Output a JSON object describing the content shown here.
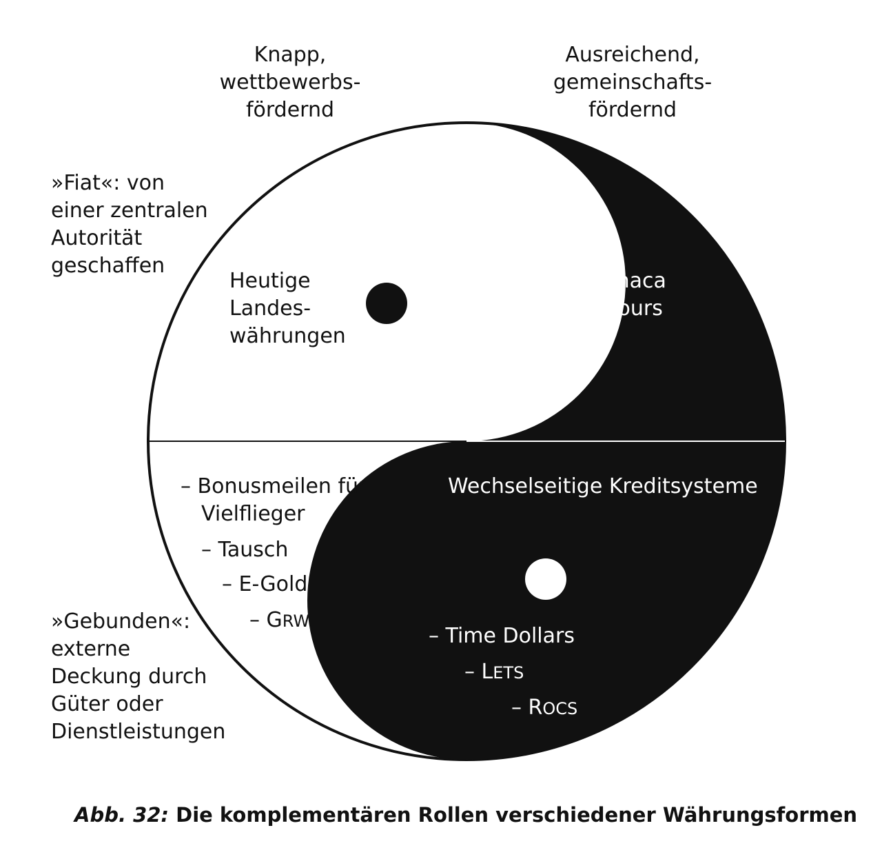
{
  "top_left": {
    "line1": "Knapp,",
    "line2": "wettbewerbs-",
    "line3": "fördernd"
  },
  "top_right": {
    "line1": "Ausreichend,",
    "line2": "gemeinschafts-",
    "line3": "fördernd"
  },
  "left_top": {
    "line1": "»Fiat«: von",
    "line2": "einer zentralen",
    "line3": "Autorität",
    "line4": "geschaffen"
  },
  "left_bottom": {
    "line1": "»Gebunden«:",
    "line2": "externe",
    "line3": "Deckung durch",
    "line4": "Güter oder",
    "line5": "Dienstleistungen"
  },
  "white_region": {
    "line1": "Heutige",
    "line2": "Landes-",
    "line3": "währungen"
  },
  "black_region": {
    "line1": "Ithaca",
    "line2": "Hours"
  },
  "white_list": {
    "item1_line1": "– Bonusmeilen für",
    "item1_line2": "Vielflieger",
    "item2": "– Tausch",
    "item3": "– E-Gold",
    "item4_dash": "– G",
    "item4_sc": "RW"
  },
  "black_list": {
    "heading": "Wechselseitige Kreditsysteme",
    "item1": "– Time Dollars",
    "item2_dash": "– L",
    "item2_sc": "ETS",
    "item3_dash": "– R",
    "item3_sc": "OCS"
  },
  "caption": {
    "figure": "Abb. 32:",
    "text": "Die komplementären Rollen verschiedener Währungsformen"
  },
  "colors": {
    "ink": "#111111",
    "paper": "#ffffff"
  }
}
